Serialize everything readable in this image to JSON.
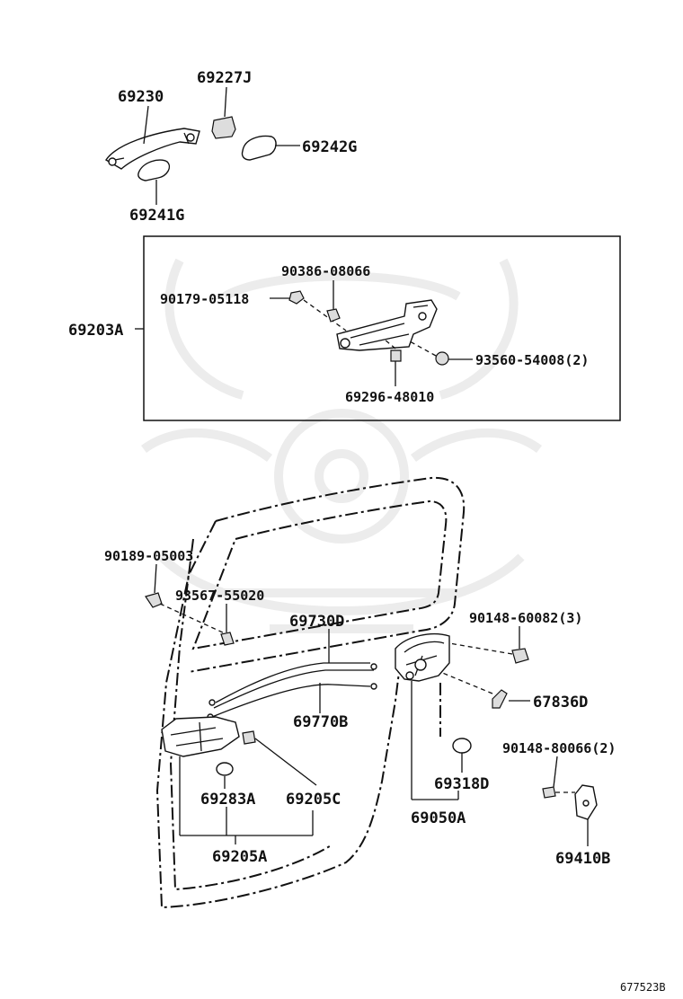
{
  "labels": {
    "p69230": "69230",
    "p69227J": "69227J",
    "p69242G": "69242G",
    "p69241G": "69241G",
    "p69203A": "69203A",
    "p90386": "90386-08066",
    "p90179": "90179-05118",
    "p93560": "93560-54008(2)",
    "p69296": "69296-48010",
    "p90189": "90189-05003",
    "p93567": "93567-55020",
    "p69730D": "69730D",
    "p90148a": "90148-60082(3)",
    "p69770B": "69770B",
    "p67836D": "67836D",
    "p90148b": "90148-80066(2)",
    "p69318D": "69318D",
    "p69283A": "69283A",
    "p69205C": "69205C",
    "p69050A": "69050A",
    "p69205A": "69205A",
    "p69410B": "69410B",
    "figure_id": "677523B"
  },
  "icons": {
    "watermark": "samurai-helmet-watermark"
  }
}
